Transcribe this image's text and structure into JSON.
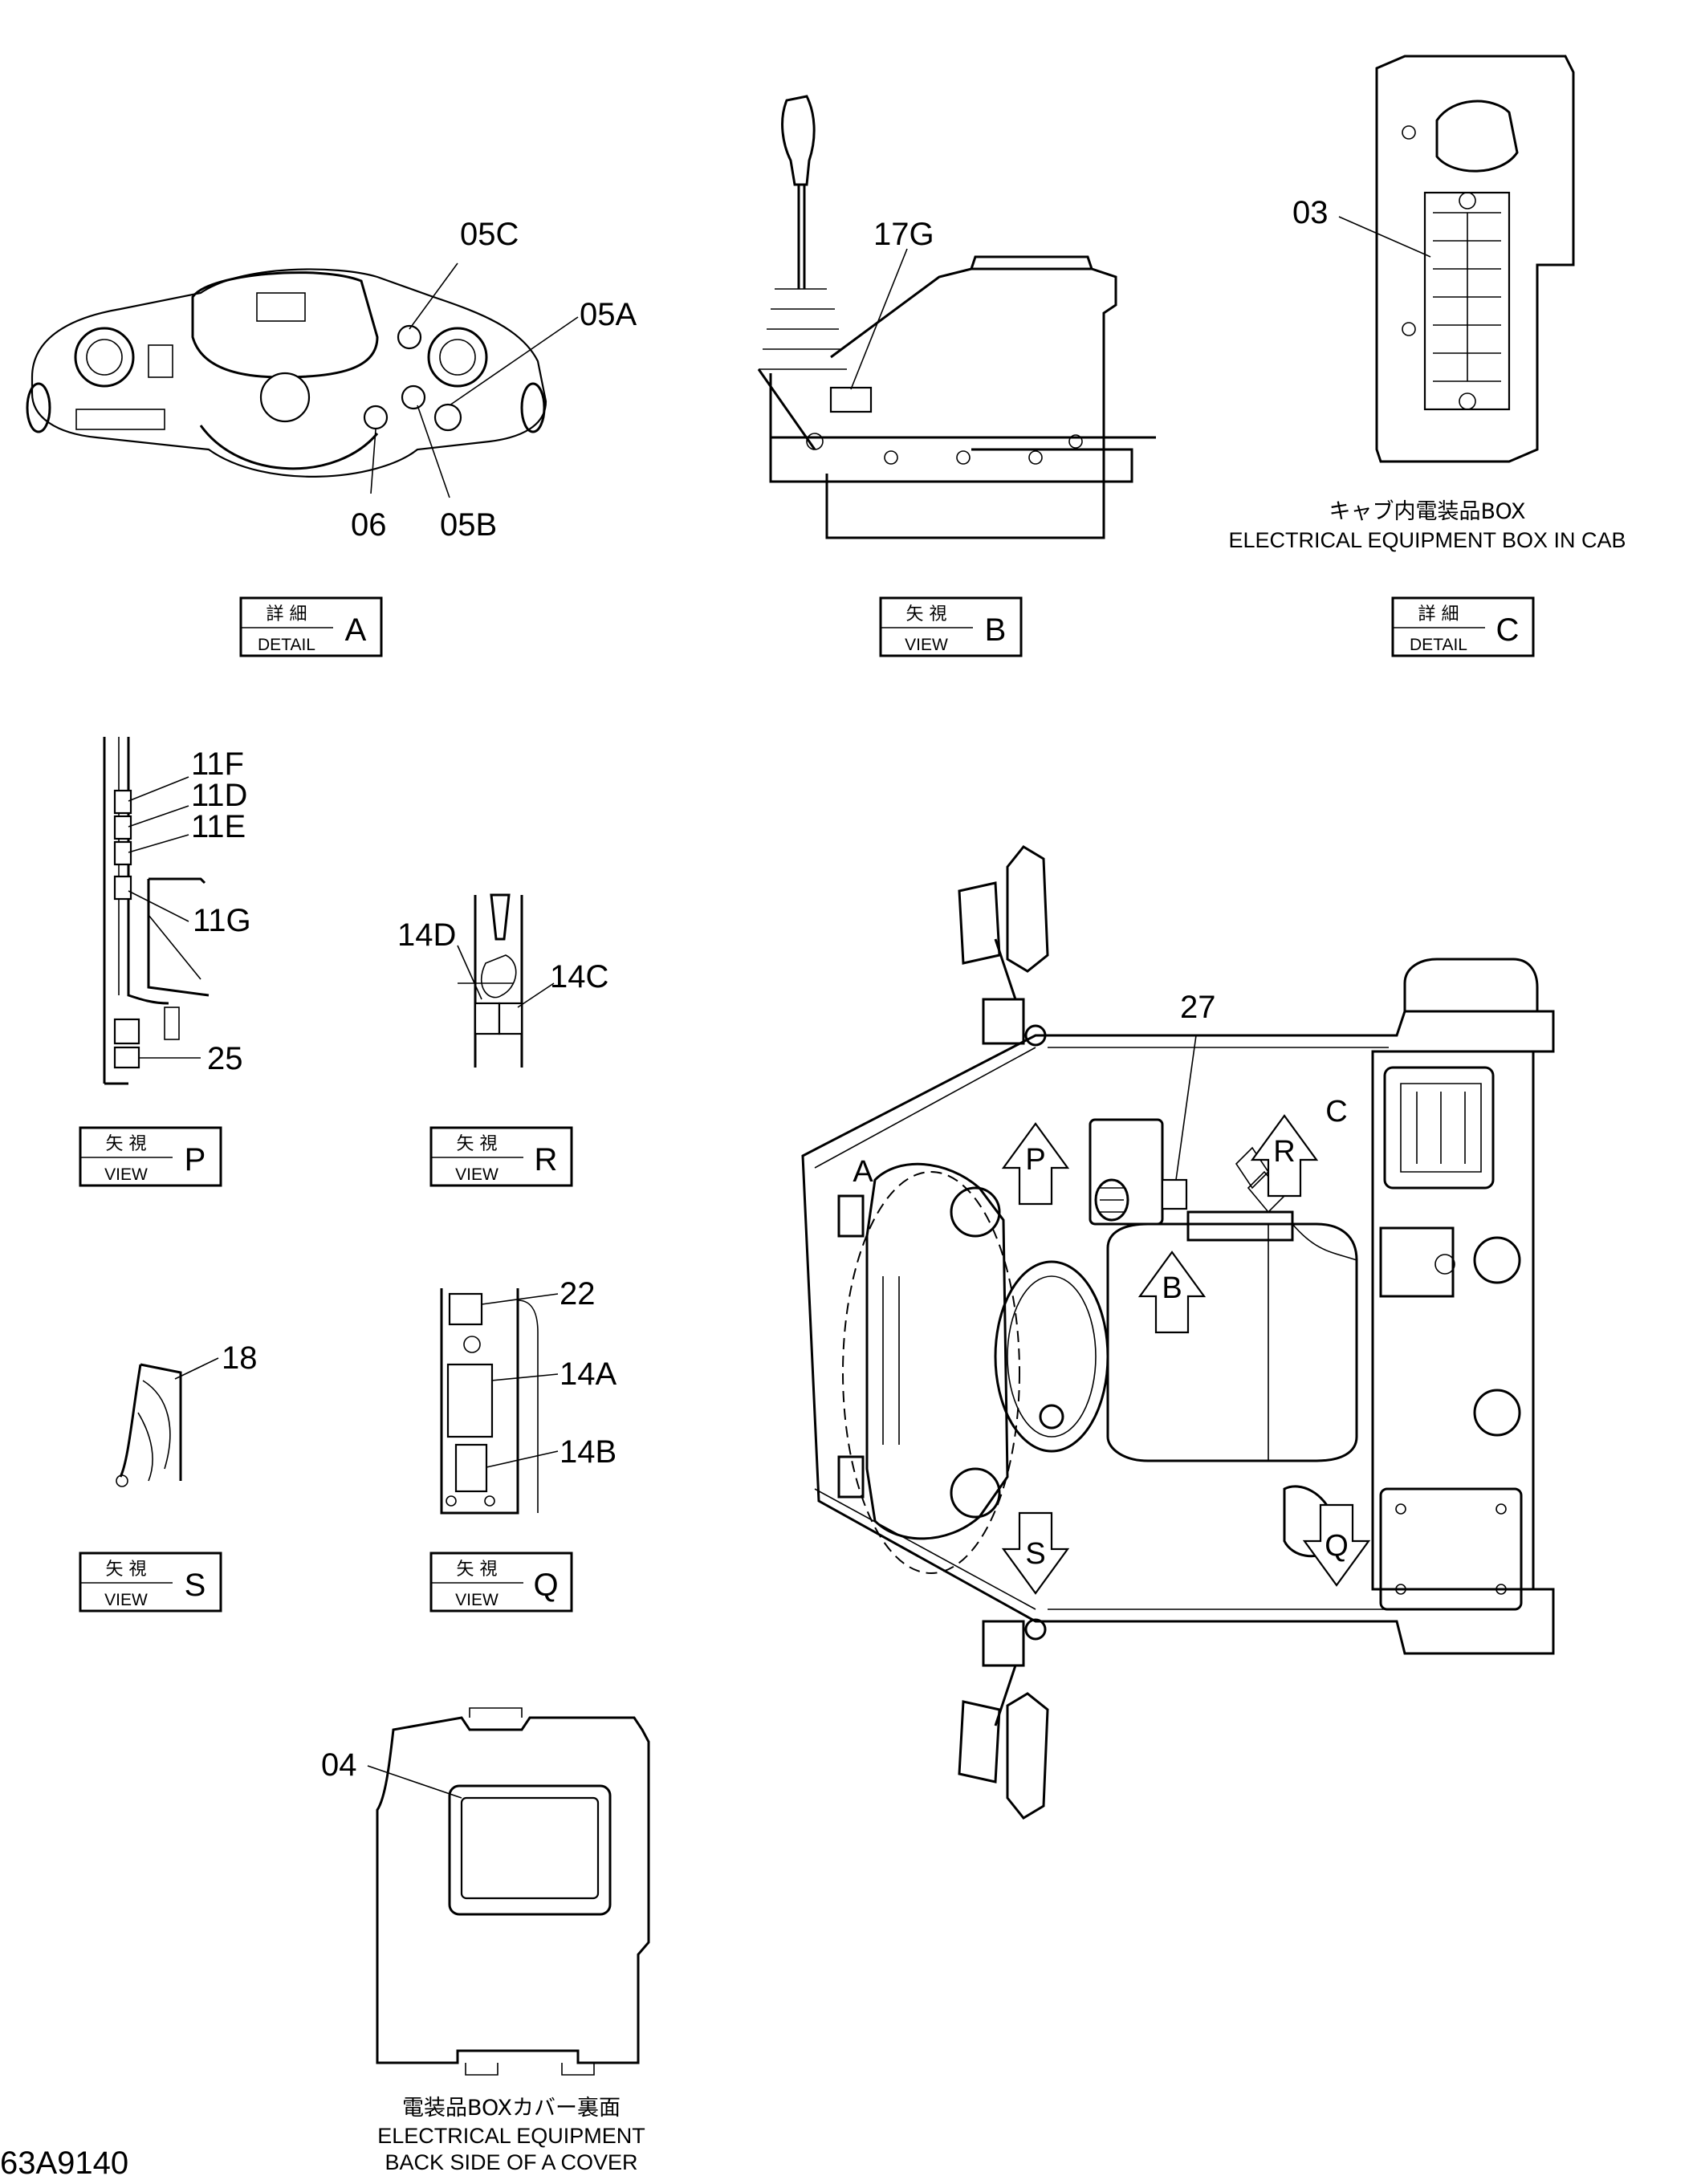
{
  "drawing_number": "63A9140",
  "parts": {
    "p05c": "05C",
    "p05a": "05A",
    "p06": "06",
    "p05b": "05B",
    "p17g": "17G",
    "p03": "03",
    "p11f": "11F",
    "p11d": "11D",
    "p11e": "11E",
    "p11g": "11G",
    "p25": "25",
    "p14d": "14D",
    "p14c": "14C",
    "p18": "18",
    "p22": "22",
    "p14a": "14A",
    "p14b": "14B",
    "p04": "04",
    "p27": "27"
  },
  "captions": {
    "cab_box_jp": "キャブ内電装品BOX",
    "cab_box_en": "ELECTRICAL  EQUIPMENT  BOX  IN  CAB",
    "cover_jp": "電装品BOXカバー裏面",
    "cover_en_1": "ELECTRICAL EQUIPMENT",
    "cover_en_2": "BACK SIDE OF A COVER"
  },
  "view_boxes": {
    "detail_a": {
      "jp": "詳 細",
      "en": "DETAIL",
      "letter": "A"
    },
    "view_b": {
      "jp": "矢 視",
      "en": "VIEW",
      "letter": "B"
    },
    "detail_c": {
      "jp": "詳 細",
      "en": "DETAIL",
      "letter": "C"
    },
    "view_p": {
      "jp": "矢 視",
      "en": "VIEW",
      "letter": "P"
    },
    "view_r": {
      "jp": "矢 視",
      "en": "VIEW",
      "letter": "R"
    },
    "view_s": {
      "jp": "矢 視",
      "en": "VIEW",
      "letter": "S"
    },
    "view_q": {
      "jp": "矢 視",
      "en": "VIEW",
      "letter": "Q"
    }
  },
  "plan_markers": {
    "a": "A",
    "c": "C",
    "p": "P",
    "r": "R",
    "b": "B",
    "s": "S",
    "q": "Q"
  }
}
